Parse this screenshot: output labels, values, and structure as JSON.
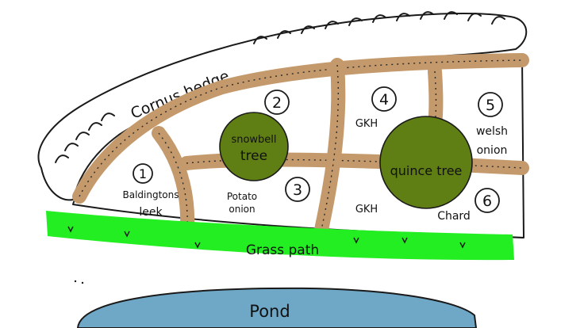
{
  "hedge": {
    "label": "Cornus hedge"
  },
  "beds": [
    {
      "number": "1",
      "text": [
        "Baldingtons",
        "leek"
      ]
    },
    {
      "number": "2",
      "text": []
    },
    {
      "number": "3",
      "text": [
        "Potato",
        "onion"
      ]
    },
    {
      "number": "4",
      "text": [
        "GKH"
      ]
    },
    {
      "number": "5",
      "text": [
        "welsh",
        "onion"
      ]
    },
    {
      "number": "6",
      "text": [
        "Chard"
      ]
    }
  ],
  "bed3_extra": {
    "text": "GKH"
  },
  "trees": {
    "snowbell": {
      "line1": "snowbell",
      "line2": "tree"
    },
    "quince": {
      "label": "quince tree"
    }
  },
  "grass_path": {
    "label": "Grass path"
  },
  "pond": {
    "label": "Pond"
  },
  "colors": {
    "hedge_fill": "#ffffff",
    "path_brown": "#c49a6c",
    "grass_green": "#22ee22",
    "tree_green": "#5f7f14",
    "pond_blue": "#6fa8c6"
  }
}
